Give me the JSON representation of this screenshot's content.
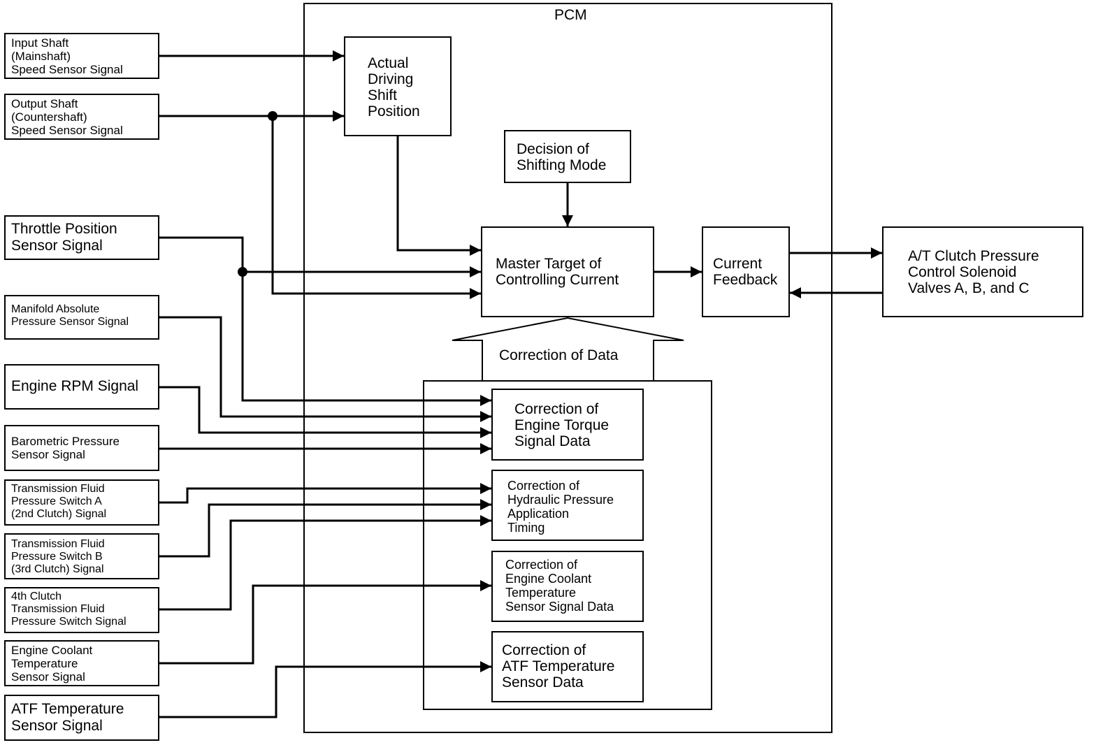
{
  "pcm_label": "PCM",
  "inputs": {
    "input_shaft": "Input Shaft\n(Mainshaft)\nSpeed Sensor Signal",
    "output_shaft": "Output Shaft\n(Countershaft)\nSpeed Sensor Signal",
    "throttle": "Throttle Position\nSensor Signal",
    "map": "Manifold Absolute\nPressure Sensor Signal",
    "rpm": "Engine RPM Signal",
    "baro": "Barometric Pressure\nSensor Signal",
    "tfps_a": "Transmission Fluid\nPressure Switch A\n(2nd Clutch) Signal",
    "tfps_b": "Transmission Fluid\nPressure Switch B\n(3rd Clutch) Signal",
    "tfps_4th": "4th Clutch\nTransmission Fluid\nPressure Switch Signal",
    "coolant": "Engine Coolant\nTemperature\nSensor Signal",
    "atf": "ATF Temperature\nSensor Signal"
  },
  "blocks": {
    "actual_shift": "Actual\nDriving\nShift\nPosition",
    "shift_mode": "Decision of\nShifting Mode",
    "master_target": "Master Target of\nControlling Current",
    "current_feedback": "Current\nFeedback",
    "solenoid": "A/T Clutch Pressure\nControl Solenoid\nValves A, B, and C",
    "correction_data": "Correction of Data",
    "corr_torque": "Correction of\nEngine Torque\nSignal Data",
    "corr_hydraulic": "Correction of\nHydraulic Pressure\nApplication\nTiming",
    "corr_coolant": "Correction of\nEngine Coolant\nTemperature\nSensor Signal Data",
    "corr_atf": "Correction of\nATF Temperature\nSensor Data"
  }
}
